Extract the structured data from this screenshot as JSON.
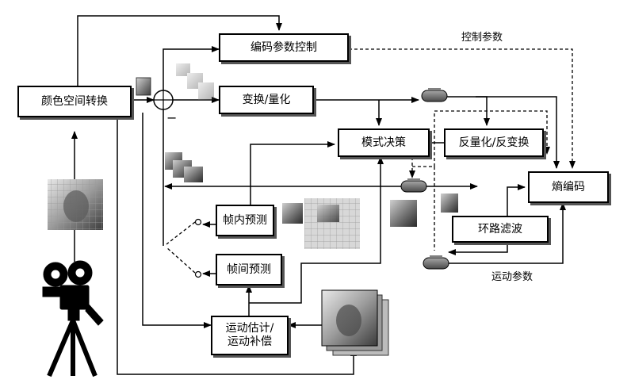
{
  "blocks": {
    "color_space": "颜色空间转换",
    "coding_param_control": "编码参数控制",
    "transform_quant": "变换/量化",
    "mode_decision": "模式决策",
    "inverse_quant_transform": "反量化/反变换",
    "entropy_coding": "熵编码",
    "intra_prediction": "帧内预测",
    "loop_filter": "环路滤波",
    "inter_prediction": "帧间预测",
    "motion_est_comp": "运动估计/\n运动补偿"
  },
  "labels": {
    "control_params": "控制参数",
    "motion_params": "运动参数",
    "minus_sign": "−"
  },
  "colors": {
    "line": "#000000",
    "box_shadow": "#555555",
    "switch_fill": "#6e6e6e"
  },
  "icons": {
    "camera": "movie-camera-icon",
    "switch": "capsule-switch-icon",
    "adder": "summing-junction-icon"
  }
}
